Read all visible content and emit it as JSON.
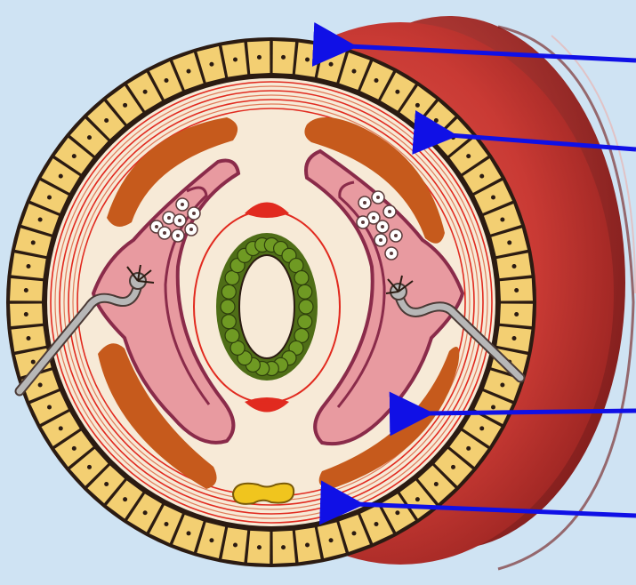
{
  "diagram": {
    "background": "#cfe3f3",
    "colors": {
      "outer_body": "#c93a34",
      "outer_body_shade": "#8f1f1d",
      "cuticle_cells": "#f3cf72",
      "cell_border": "#2b1b12",
      "interior": "#f7ead7",
      "muscle": "#c65a1c",
      "lateral_line": "#e89aa0",
      "intestine_cells": "#6f9a23",
      "nerve": "#b7b7b7",
      "arrow": "#1010e6",
      "red_marks": "#e12a1f",
      "yellow_cord": "#f0c51e"
    },
    "arrows": [
      {
        "name": "arrow-cuticle"
      },
      {
        "name": "arrow-epidermis"
      },
      {
        "name": "arrow-muscle"
      },
      {
        "name": "arrow-inner-layer"
      }
    ]
  }
}
